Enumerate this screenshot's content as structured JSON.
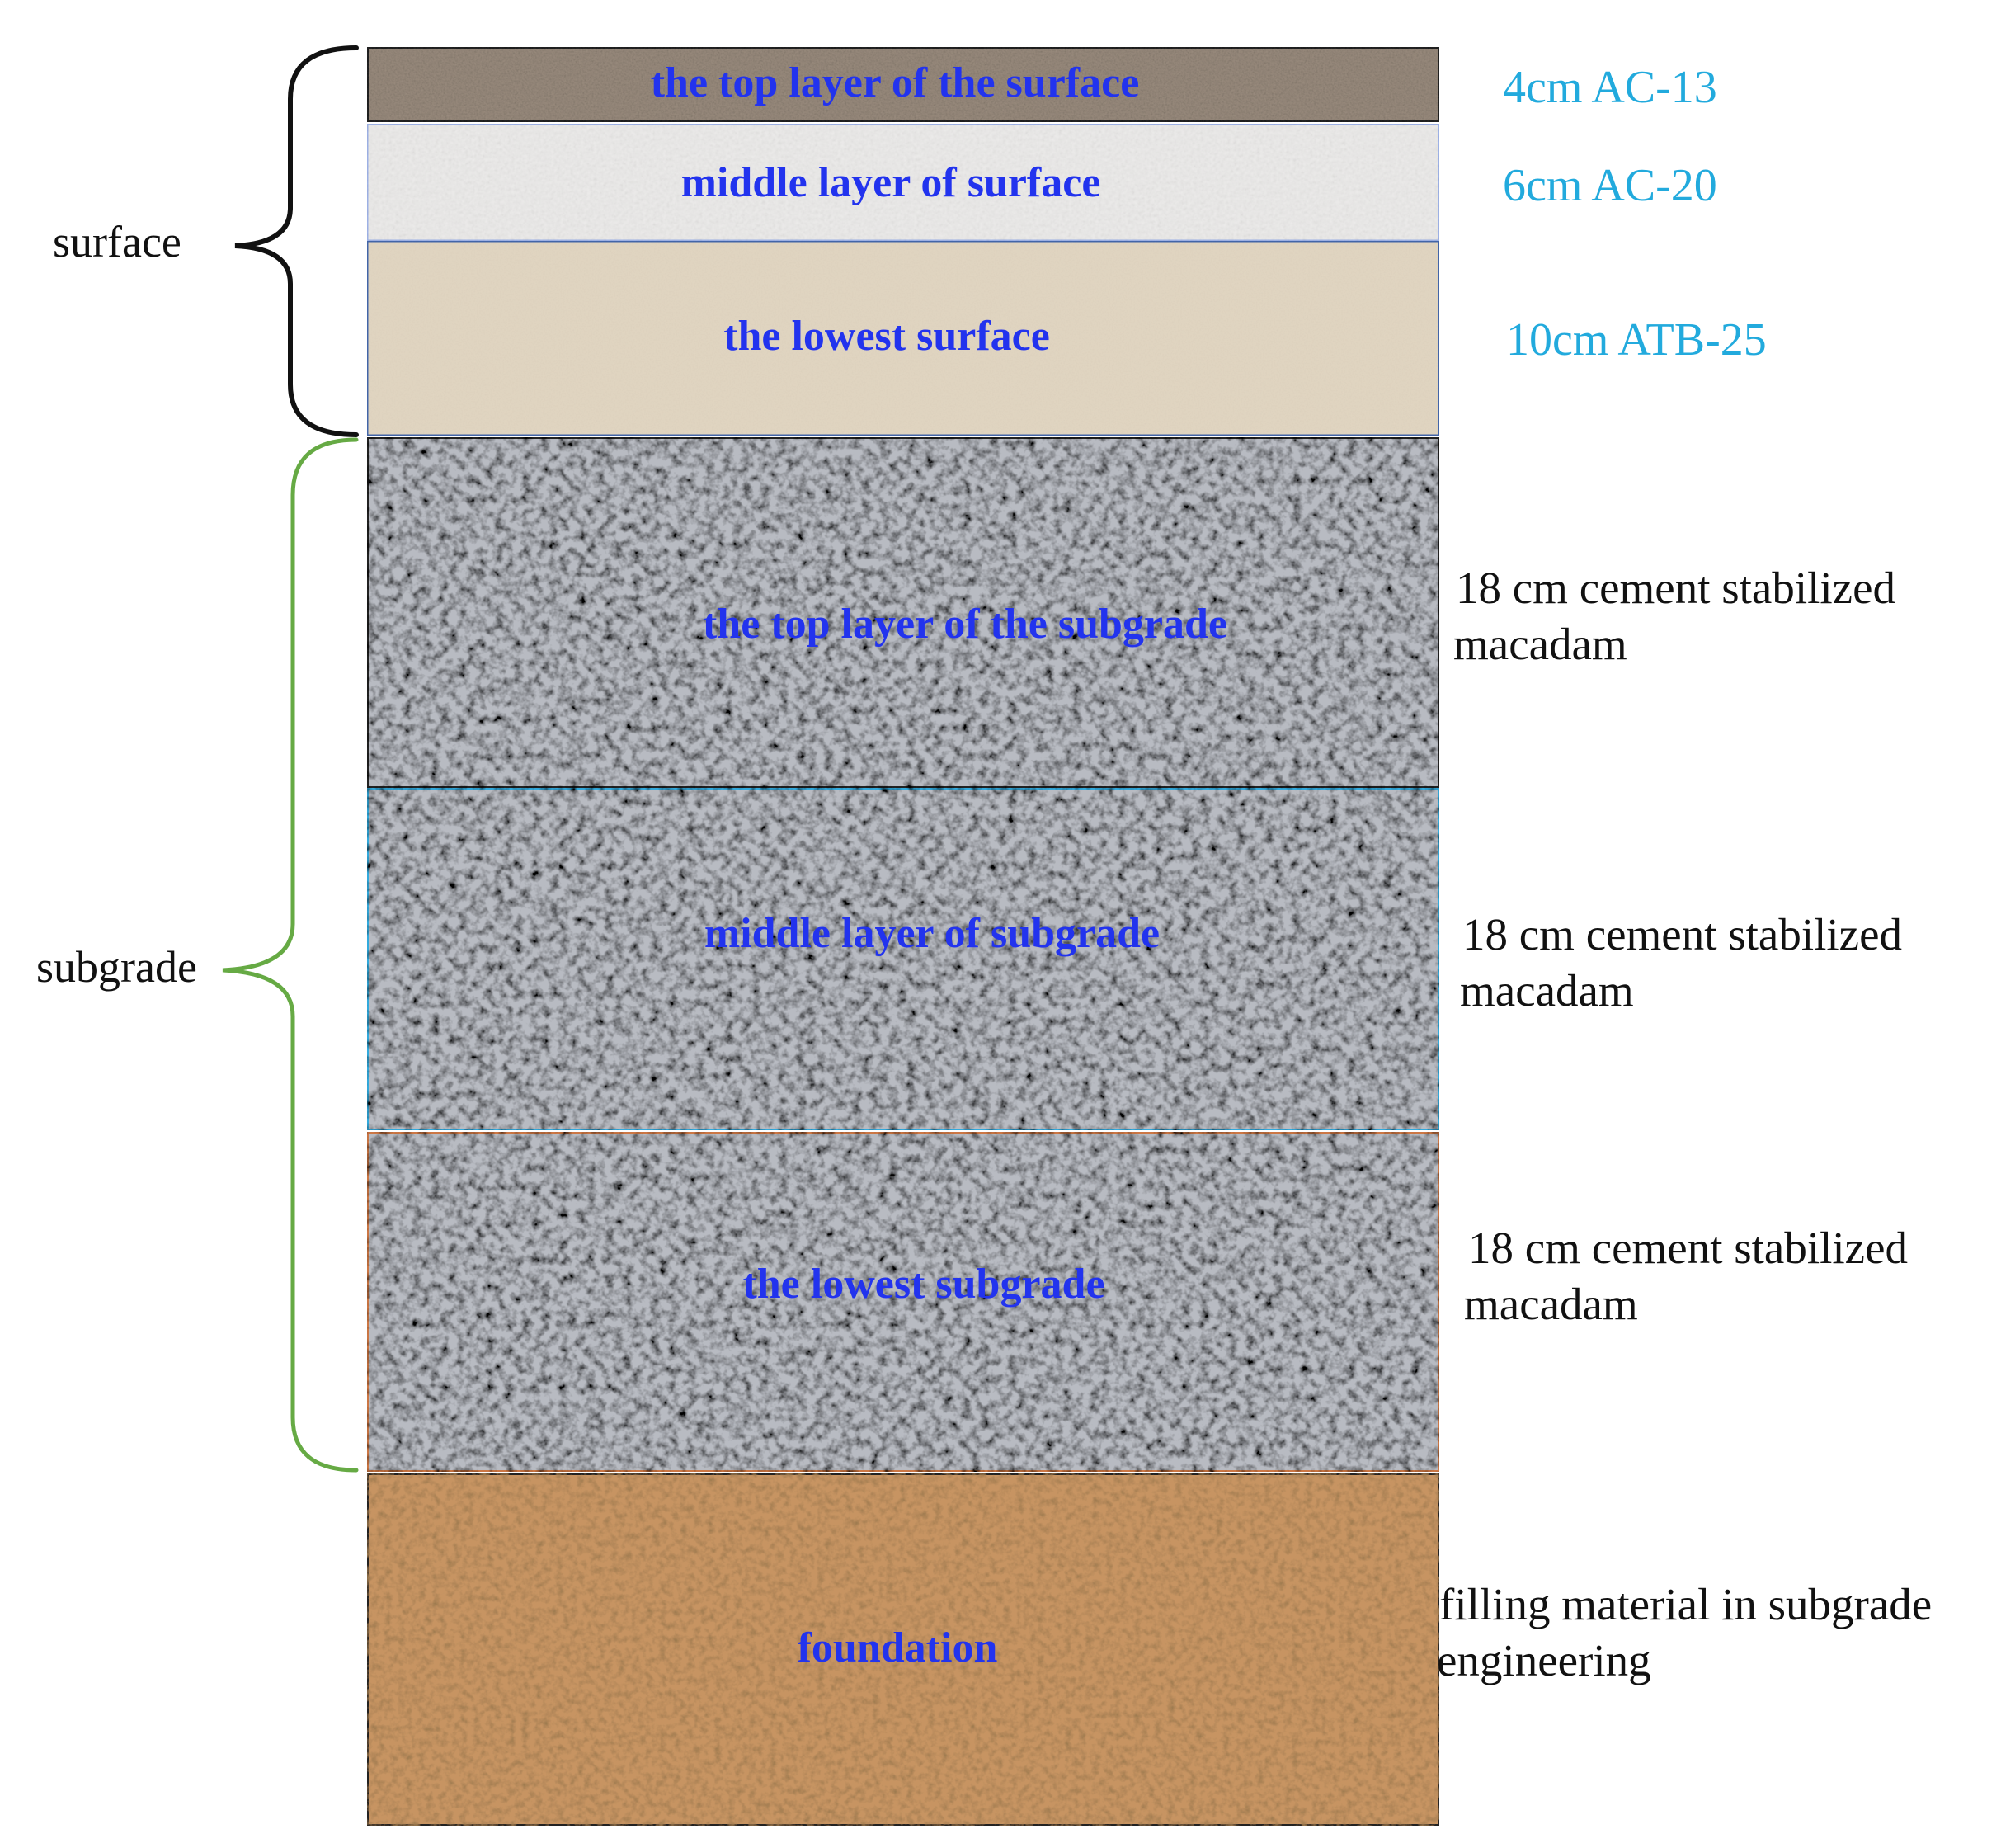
{
  "groups": {
    "surface": "surface",
    "subgrade": "subgrade"
  },
  "layers": [
    {
      "label": "the top layer of the surface",
      "spec_line1": "4cm AC-13",
      "spec_line2": ""
    },
    {
      "label": "middle layer of surface",
      "spec_line1": "6cm AC-20",
      "spec_line2": ""
    },
    {
      "label": "the lowest surface",
      "spec_line1": "10cm ATB-25",
      "spec_line2": ""
    },
    {
      "label": "the top layer of the subgrade",
      "spec_line1": "18 cm cement stabilized",
      "spec_line2": "macadam"
    },
    {
      "label": "middle layer of subgrade",
      "spec_line1": "18 cm cement stabilized",
      "spec_line2": "macadam"
    },
    {
      "label": "the lowest subgrade",
      "spec_line1": "18 cm cement stabilized",
      "spec_line2": "macadam"
    },
    {
      "label": "foundation",
      "spec_line1": "filling material in subgrade",
      "spec_line2": "engineering"
    }
  ],
  "colors": {
    "label_text": "#2233ee",
    "spec_blue": "#22aadd",
    "surface_brace": "#111111",
    "subgrade_brace": "#66aa44",
    "top_surface_fill": "#9a8c7e",
    "middle_surface_fill": "#ecebea",
    "lowest_surface_fill": "#e2d6c2",
    "subgrade_fill": "#9c9fa6",
    "foundation_fill": "#c08a58",
    "middle_subgrade_border": "#33aadd",
    "lowest_subgrade_border": "#cc7744",
    "surface_border": "#4466aa"
  }
}
